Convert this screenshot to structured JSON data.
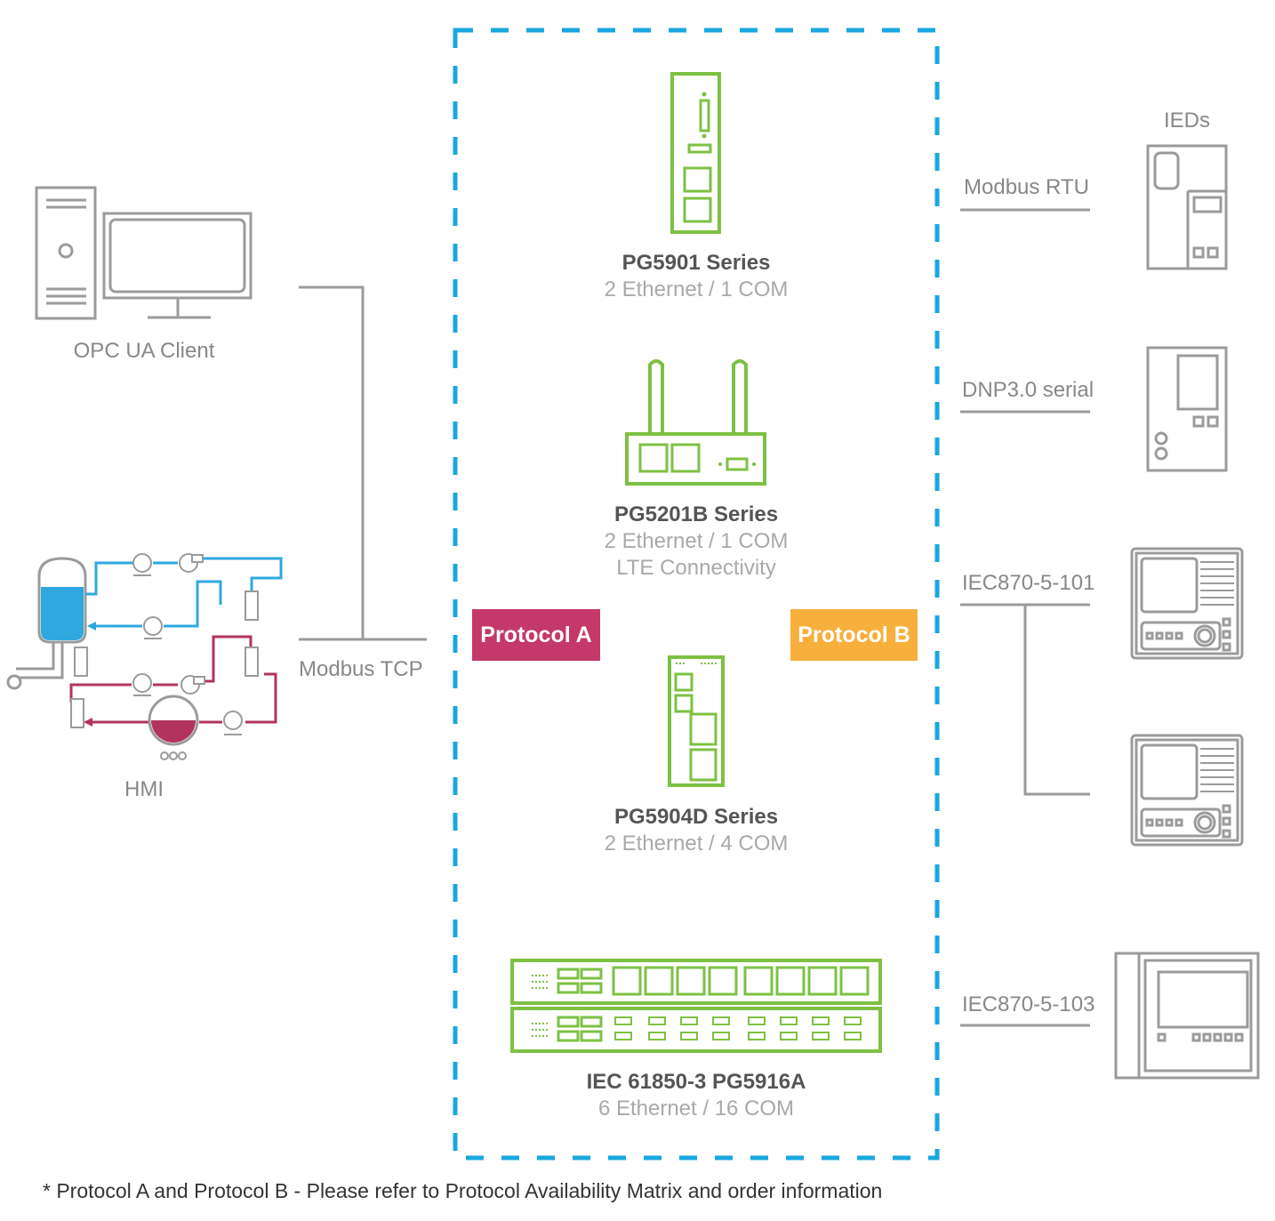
{
  "colors": {
    "frame": "#1aa7e0",
    "device": "#7dc143",
    "gray": "#9b9b9b",
    "protocol_a": "#c5386a",
    "protocol_b": "#f7b03c",
    "hmi_blue": "#2fa8df",
    "hmi_red": "#b2335e"
  },
  "left": {
    "opc_client_label": "OPC UA Client",
    "hmi_label": "HMI",
    "link_label": "Modbus TCP"
  },
  "center": {
    "protocol_a": "Protocol A",
    "protocol_b": "Protocol B",
    "devices": [
      {
        "name": "PG5901 Series",
        "spec": "2 Ethernet / 1 COM",
        "spec2": ""
      },
      {
        "name": "PG5201B Series",
        "spec": "2 Ethernet / 1 COM",
        "spec2": "LTE Connectivity"
      },
      {
        "name": "PG5904D Series",
        "spec": "2 Ethernet / 4 COM",
        "spec2": ""
      },
      {
        "name": "IEC 61850-3 PG5916A",
        "spec": "6 Ethernet / 16 COM",
        "spec2": ""
      }
    ]
  },
  "right": {
    "title": "IEDs",
    "links": [
      "Modbus RTU",
      "DNP3.0 serial",
      "IEC870-5-101",
      "IEC870-5-103"
    ]
  },
  "footnote": "*  Protocol A and Protocol B - Please refer to Protocol Availability Matrix and order information"
}
